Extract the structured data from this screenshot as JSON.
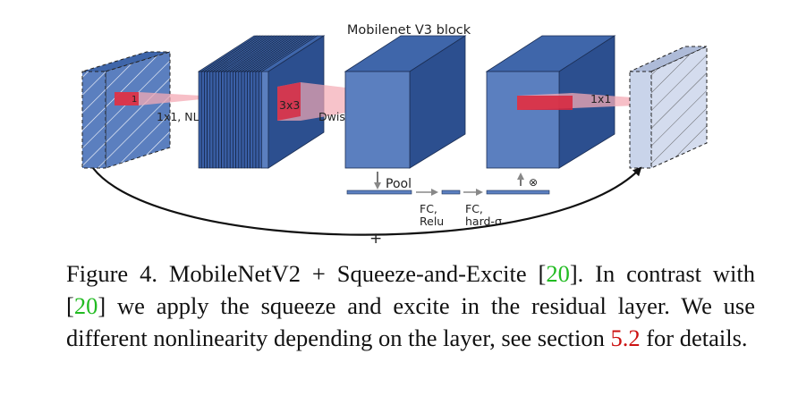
{
  "figure": {
    "title": "Mobilenet V3 block",
    "labels": {
      "expand": "1x1, NL",
      "expand_kernel": "1",
      "dwise": "Dwise, NL",
      "dwise_kernel": "3x3",
      "project_kernel": "1x1",
      "pool": "Pool",
      "fc1_a": "FC,",
      "fc1_b": "Relu",
      "fc2_a": "FC,",
      "fc2_b": "hard-σ",
      "multiply": "⊗",
      "residual_add": "+"
    },
    "colors": {
      "block_front": "#5b7fbf",
      "block_top": "#3f66aa",
      "block_side": "#2c4f8f",
      "stack_front": "#3a5fa6",
      "input_fill": "#c9d4ea",
      "kernel_red": "#d8233a",
      "kernel_fan": "#f4a9b4"
    }
  },
  "caption": {
    "prefix": "Figure 4. MobileNetV2 + Squeeze-and-Excite [",
    "ref1": "20",
    "mid1": "].  In contrast with [",
    "ref2": "20",
    "mid2": "] we apply the squeeze and excite in the residual layer. We use different nonlinearity depending on the layer, see section ",
    "section_ref": "5.2",
    "suffix": " for details."
  }
}
